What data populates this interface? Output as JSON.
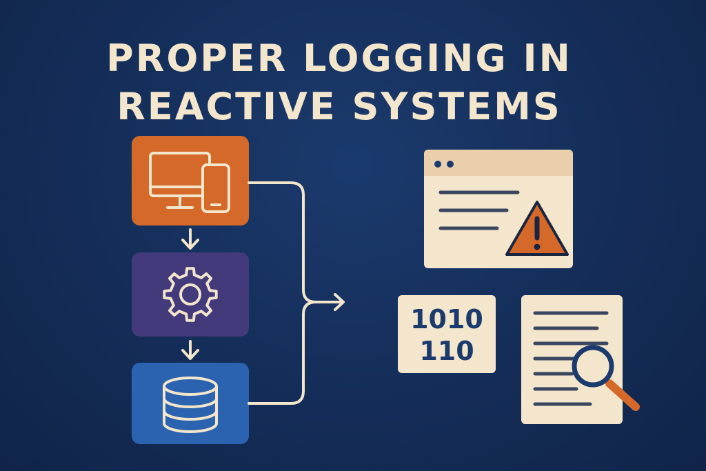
{
  "title": {
    "line1": "PROPER LOGGING IN",
    "line2": "REACTIVE SYSTEMS"
  },
  "colors": {
    "background": "#142d58",
    "title": "#f3e6cc",
    "device_box": "#d4692a",
    "gear_box": "#433a7c",
    "database_box": "#2b63b0",
    "panel": "#f3e6cc",
    "accent_orange": "#d4692a",
    "dark_navy": "#1b3a6d"
  },
  "flow": {
    "nodes": [
      {
        "id": "devices",
        "icon": "desktop-and-phone-icon"
      },
      {
        "id": "processing",
        "icon": "gear-icon"
      },
      {
        "id": "storage",
        "icon": "database-icon"
      }
    ]
  },
  "outputs": {
    "alert_window": {
      "icon": "warning-triangle-icon"
    },
    "binary": {
      "line1": "1010",
      "line2": "110"
    },
    "document": {
      "icon": "magnifying-glass-icon"
    }
  }
}
